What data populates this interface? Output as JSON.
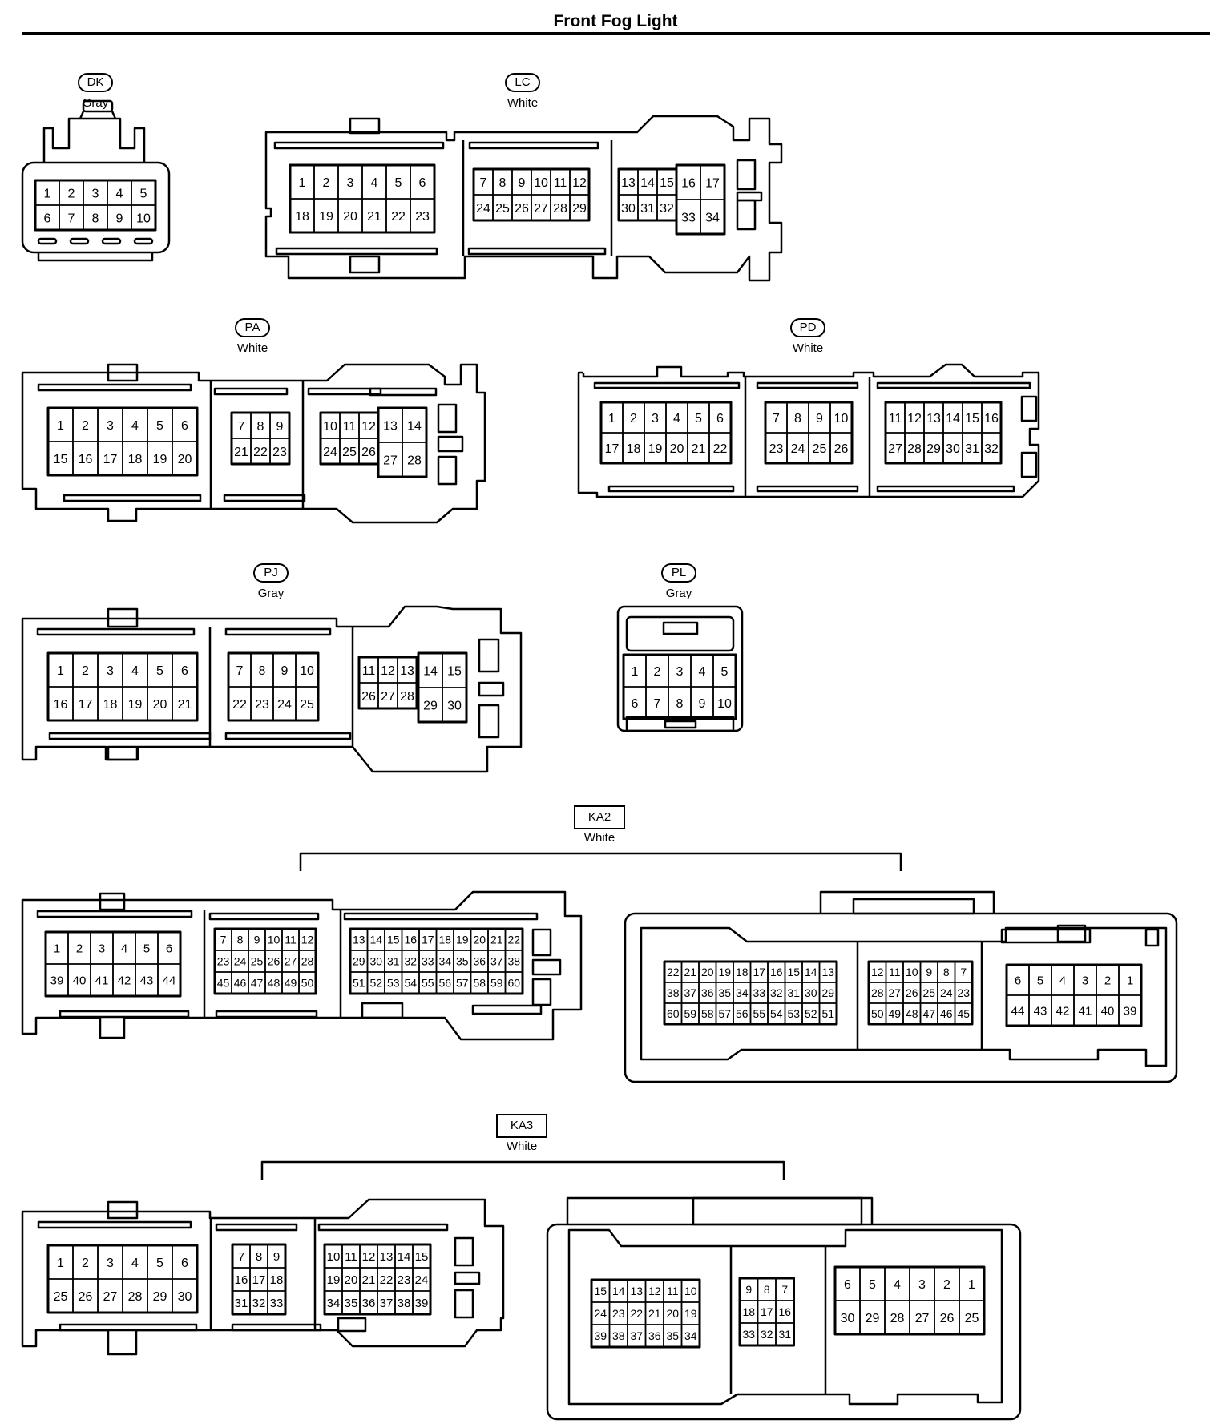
{
  "title": "Front Fog Light",
  "connectors": [
    {
      "code": "DK",
      "color": "Gray"
    },
    {
      "code": "LC",
      "color": "White"
    },
    {
      "code": "PA",
      "color": "White"
    },
    {
      "code": "PD",
      "color": "White"
    },
    {
      "code": "PJ",
      "color": "Gray"
    },
    {
      "code": "PL",
      "color": "Gray"
    },
    {
      "code": "KA2",
      "color": "White"
    },
    {
      "code": "KA3",
      "color": "White"
    }
  ],
  "pins": {
    "DK": [
      [
        "1",
        "2",
        "3",
        "4",
        "5"
      ],
      [
        "6",
        "7",
        "8",
        "9",
        "10"
      ]
    ],
    "LC": [
      [
        [
          "1",
          "2",
          "3",
          "4",
          "5",
          "6"
        ],
        [
          "18",
          "19",
          "20",
          "21",
          "22",
          "23"
        ]
      ],
      [
        [
          "7",
          "8",
          "9",
          "10",
          "11",
          "12"
        ],
        [
          "24",
          "25",
          "26",
          "27",
          "28",
          "29"
        ]
      ],
      [
        [
          "13",
          "14",
          "15"
        ],
        [
          "30",
          "31",
          "32"
        ]
      ],
      [
        [
          "16",
          "17"
        ],
        [
          "33",
          "34"
        ]
      ]
    ],
    "PA": [
      [
        [
          "1",
          "2",
          "3",
          "4",
          "5",
          "6"
        ],
        [
          "15",
          "16",
          "17",
          "18",
          "19",
          "20"
        ]
      ],
      [
        [
          "7",
          "8",
          "9"
        ],
        [
          "21",
          "22",
          "23"
        ]
      ],
      [
        [
          "10",
          "11",
          "12"
        ],
        [
          "24",
          "25",
          "26"
        ]
      ],
      [
        [
          "13",
          "14"
        ],
        [
          "27",
          "28"
        ]
      ]
    ],
    "PD": [
      [
        [
          "1",
          "2",
          "3",
          "4",
          "5",
          "6"
        ],
        [
          "17",
          "18",
          "19",
          "20",
          "21",
          "22"
        ]
      ],
      [
        [
          "7",
          "8",
          "9",
          "10"
        ],
        [
          "23",
          "24",
          "25",
          "26"
        ]
      ],
      [
        [
          "11",
          "12",
          "13",
          "14",
          "15",
          "16"
        ],
        [
          "27",
          "28",
          "29",
          "30",
          "31",
          "32"
        ]
      ]
    ],
    "PJ": [
      [
        [
          "1",
          "2",
          "3",
          "4",
          "5",
          "6"
        ],
        [
          "16",
          "17",
          "18",
          "19",
          "20",
          "21"
        ]
      ],
      [
        [
          "7",
          "8",
          "9",
          "10"
        ],
        [
          "22",
          "23",
          "24",
          "25"
        ]
      ],
      [
        [
          "11",
          "12",
          "13"
        ],
        [
          "26",
          "27",
          "28"
        ]
      ],
      [
        [
          "14",
          "15"
        ],
        [
          "29",
          "30"
        ]
      ]
    ],
    "PL": [
      [
        "1",
        "2",
        "3",
        "4",
        "5"
      ],
      [
        "6",
        "7",
        "8",
        "9",
        "10"
      ]
    ],
    "KA2_left": [
      [
        [
          "1",
          "2",
          "3",
          "4",
          "5",
          "6"
        ],
        [
          "39",
          "40",
          "41",
          "42",
          "43",
          "44"
        ]
      ],
      [
        [
          "7",
          "8",
          "9",
          "10",
          "11",
          "12"
        ],
        [
          "23",
          "24",
          "25",
          "26",
          "27",
          "28"
        ],
        [
          "45",
          "46",
          "47",
          "48",
          "49",
          "50"
        ]
      ],
      [
        [
          "13",
          "14",
          "15",
          "16",
          "17",
          "18",
          "19",
          "20",
          "21",
          "22"
        ],
        [
          "29",
          "30",
          "31",
          "32",
          "33",
          "34",
          "35",
          "36",
          "37",
          "38"
        ],
        [
          "51",
          "52",
          "53",
          "54",
          "55",
          "56",
          "57",
          "58",
          "59",
          "60"
        ]
      ]
    ],
    "KA2_right": [
      [
        [
          "22",
          "21",
          "20",
          "19",
          "18",
          "17",
          "16",
          "15",
          "14",
          "13"
        ],
        [
          "38",
          "37",
          "36",
          "35",
          "34",
          "33",
          "32",
          "31",
          "30",
          "29"
        ],
        [
          "60",
          "59",
          "58",
          "57",
          "56",
          "55",
          "54",
          "53",
          "52",
          "51"
        ]
      ],
      [
        [
          "12",
          "11",
          "10",
          "9",
          "8",
          "7"
        ],
        [
          "28",
          "27",
          "26",
          "25",
          "24",
          "23"
        ],
        [
          "50",
          "49",
          "48",
          "47",
          "46",
          "45"
        ]
      ],
      [
        [
          "6",
          "5",
          "4",
          "3",
          "2",
          "1"
        ],
        [
          "44",
          "43",
          "42",
          "41",
          "40",
          "39"
        ]
      ]
    ],
    "KA3_left": [
      [
        [
          "1",
          "2",
          "3",
          "4",
          "5",
          "6"
        ],
        [
          "25",
          "26",
          "27",
          "28",
          "29",
          "30"
        ]
      ],
      [
        [
          "7",
          "8",
          "9"
        ],
        [
          "16",
          "17",
          "18"
        ],
        [
          "31",
          "32",
          "33"
        ]
      ],
      [
        [
          "10",
          "11",
          "12",
          "13",
          "14",
          "15"
        ],
        [
          "19",
          "20",
          "21",
          "22",
          "23",
          "24"
        ],
        [
          "34",
          "35",
          "36",
          "37",
          "38",
          "39"
        ]
      ]
    ],
    "KA3_right": [
      [
        [
          "15",
          "14",
          "13",
          "12",
          "11",
          "10"
        ],
        [
          "24",
          "23",
          "22",
          "21",
          "20",
          "19"
        ],
        [
          "39",
          "38",
          "37",
          "36",
          "35",
          "34"
        ]
      ],
      [
        [
          "9",
          "8",
          "7"
        ],
        [
          "18",
          "17",
          "16"
        ],
        [
          "33",
          "32",
          "31"
        ]
      ],
      [
        [
          "6",
          "5",
          "4",
          "3",
          "2",
          "1"
        ],
        [
          "30",
          "29",
          "28",
          "27",
          "26",
          "25"
        ]
      ]
    ]
  }
}
